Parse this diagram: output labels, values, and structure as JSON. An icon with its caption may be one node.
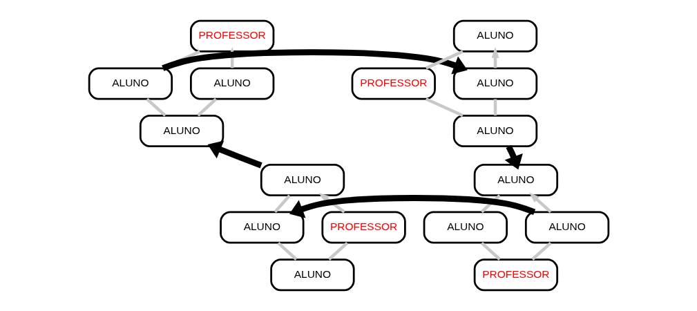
{
  "diagram": {
    "nodes": [
      {
        "text": [
          "PROFESSOR"
        ]
      },
      {
        "text": [
          "ALUNO"
        ]
      },
      {
        "text": [
          "ALUNO"
        ]
      },
      {
        "text": [
          "ALUNO"
        ]
      },
      {
        "text": [
          "ALUNO"
        ]
      },
      {
        "text": [
          "ALUNO"
        ]
      },
      {
        "text": [
          "PROFESSOR"
        ]
      },
      {
        "text": [
          "ALUNO"
        ]
      },
      {
        "text": [
          "ALUNO"
        ]
      },
      {
        "text": [
          "ALUNO"
        ]
      },
      {
        "text": [
          "ALUNO"
        ]
      },
      {
        "text": [
          "PROFESSOR"
        ]
      },
      {
        "text": [
          "ALUNO"
        ]
      },
      {
        "text": [
          "PROFESSOR"
        ]
      },
      {
        "text": [
          "ALUNO"
        ]
      },
      {
        "text": [
          "ALUNO"
        ]
      }
    ],
    "edges": [
      {
        "from": 0,
        "to": 2,
        "arrow": "none"
      },
      {
        "from": 2,
        "to": 3,
        "arrow": "none"
      },
      {
        "from": 3,
        "to": 1,
        "arrow": "none"
      },
      {
        "from": 1,
        "to": 0,
        "arrow": "to"
      },
      {
        "from": 4,
        "to": 6,
        "arrow": "none"
      },
      {
        "from": 6,
        "to": 7,
        "arrow": "none"
      },
      {
        "from": 7,
        "to": 5,
        "arrow": "none"
      },
      {
        "from": 5,
        "to": 4,
        "arrow": "to"
      },
      {
        "from": 8,
        "to": 10,
        "arrow": "none"
      },
      {
        "from": 10,
        "to": 11,
        "arrow": "none"
      },
      {
        "from": 11,
        "to": 9,
        "arrow": "none"
      },
      {
        "from": 9,
        "to": 8,
        "arrow": "to"
      },
      {
        "from": 12,
        "to": 14,
        "arrow": "none"
      },
      {
        "from": 14,
        "to": 15,
        "arrow": "none"
      },
      {
        "from": 15,
        "to": 13,
        "arrow": "none"
      },
      {
        "from": 13,
        "to": 12,
        "arrow": "to"
      },
      {
        "from": 2,
        "to": 5,
        "arrow": "to",
        "style": "thick",
        "color": "#000000"
      },
      {
        "from": 7,
        "to": 8,
        "arrow": "to",
        "style": "thick",
        "color": "#000000"
      },
      {
        "from": 9,
        "to": 14,
        "arrow": "to",
        "style": "thick",
        "color": "#000000"
      },
      {
        "from": 12,
        "to": 3,
        "arrow": "to",
        "style": "thick",
        "color": "#000000"
      }
    ]
  }
}
